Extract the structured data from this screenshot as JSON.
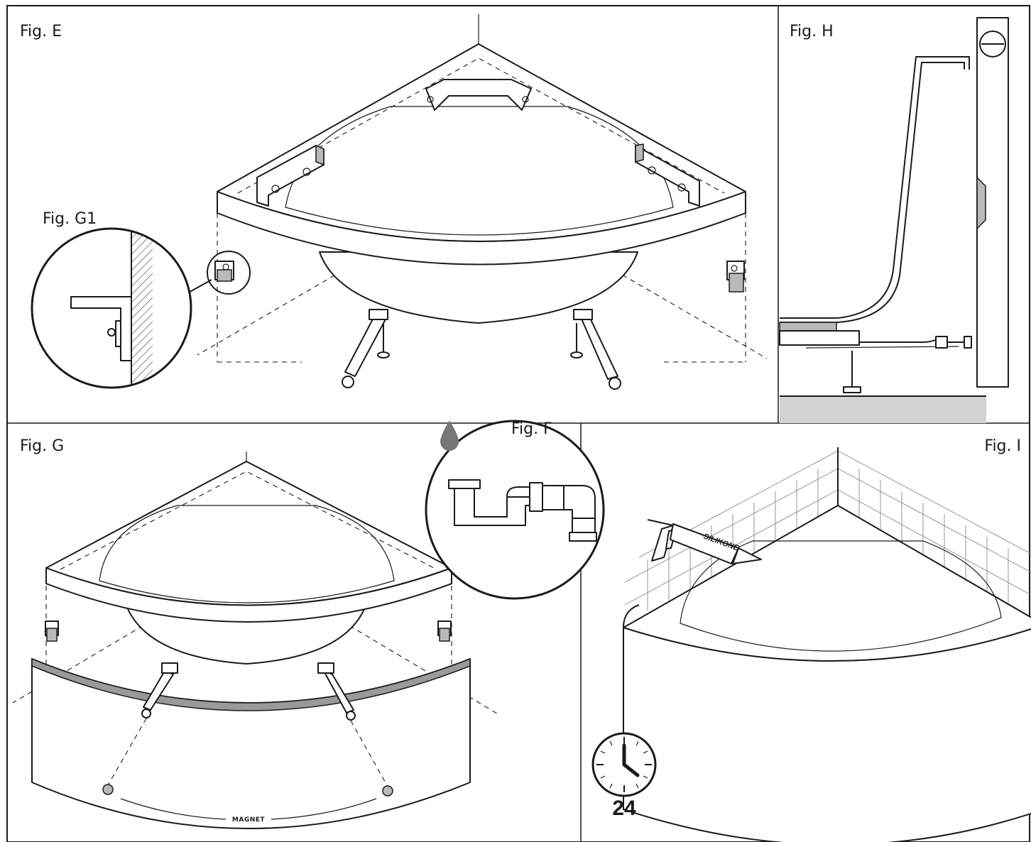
{
  "figures": {
    "e": {
      "label": "Fig. E"
    },
    "g1": {
      "label": "Fig. G1"
    },
    "h": {
      "label": "Fig. H"
    },
    "g": {
      "label": "Fig. G",
      "text": "MAGNET"
    },
    "f": {
      "label": "Fig. F"
    },
    "i": {
      "label": "Fig. I",
      "cartridge": "SILIKONE",
      "hours": "24"
    }
  },
  "colors": {
    "line": "#1a1a1a",
    "fill_grey": "#b9b9b9",
    "floor": "#d2d2d2",
    "drop": "#777777"
  },
  "icons": [
    "water-drop-icon",
    "siphon-icon",
    "clock-icon",
    "caulk-gun-icon",
    "magnet-icon"
  ]
}
